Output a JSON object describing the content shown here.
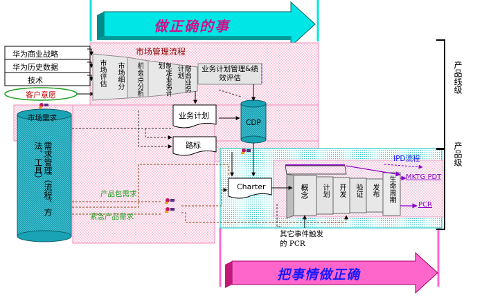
{
  "top_arrow_label": "做正确的事",
  "bottom_arrow_label": "把事情做正确",
  "inputs": [
    "华为商业战略",
    "华为历史数据",
    "技术"
  ],
  "customer_intent": "客户意愿",
  "market_process_label": "市场管理流程",
  "funnel_steps": [
    "市场评估",
    "市场细分",
    "机会点分析",
    "制定业务计划",
    "融合业务计划"
  ],
  "biz_plan_mgmt": "业务计划管理&绩效评估",
  "market_demand": "市场需求",
  "demand_mgmt": "需求管理（流程、方法、工具）",
  "biz_plan": "业务计划",
  "roadmap": "路标",
  "cdp": "CDP",
  "ipd_label": "IPD流程",
  "charter": "Charter",
  "ipd_phases": [
    "概念",
    "计划",
    "开发",
    "验证",
    "发布",
    "生命周期"
  ],
  "mktg_pdt": "MKTG PDT",
  "pcr": "PCR",
  "product_package_demand": "产品包需求",
  "urgent_product_demand": "紧急产品需求",
  "other_event": "其它事件触发的 PCR",
  "level_product_line": "产品线级",
  "level_product": "产品级",
  "colors": {
    "cyan": "#00e5e5",
    "pink": "#ff66cc",
    "green": "#1f9e1f",
    "purple": "#8b00c9",
    "teal": "#00a0a0"
  }
}
